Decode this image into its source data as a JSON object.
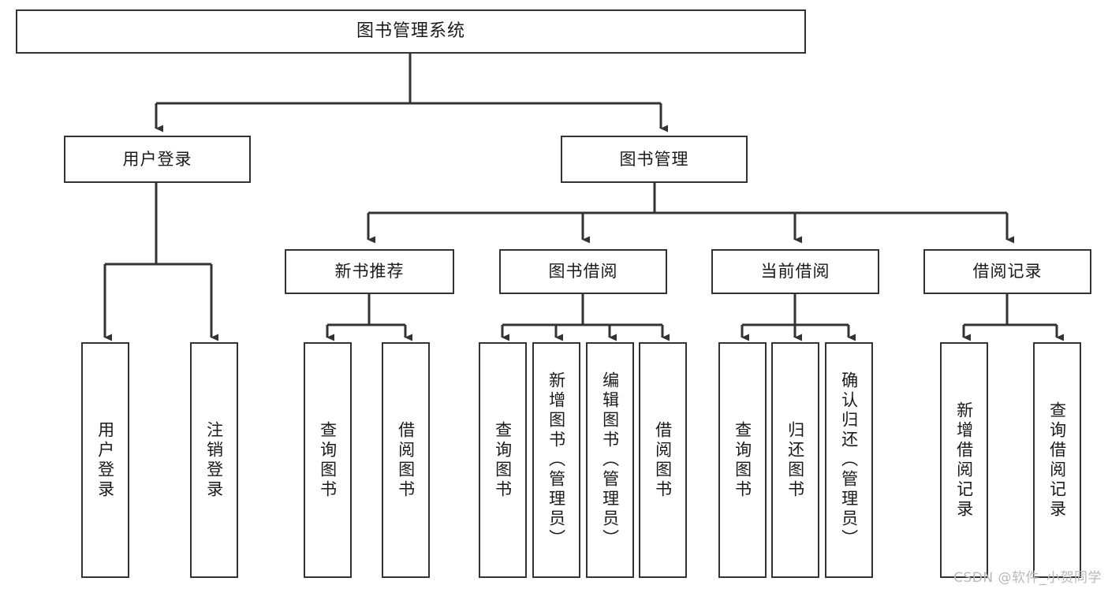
{
  "diagram": {
    "title": "图书管理系统",
    "type": "tree-hierarchy-chart",
    "root": {
      "label": "图书管理系统"
    },
    "level2": [
      {
        "label": "用户登录"
      },
      {
        "label": "图书管理"
      }
    ],
    "level3": [
      {
        "label": "新书推荐"
      },
      {
        "label": "图书借阅"
      },
      {
        "label": "当前借阅"
      },
      {
        "label": "借阅记录"
      }
    ],
    "leaves": {
      "user_login": [
        {
          "label": "用户登录"
        },
        {
          "label": "注销登录"
        }
      ],
      "new_book_recommend": [
        {
          "label": "查询图书"
        },
        {
          "label": "借阅图书"
        }
      ],
      "book_borrow": [
        {
          "label": "查询图书"
        },
        {
          "label": "新增图书（管理员）"
        },
        {
          "label": "编辑图书（管理员）"
        },
        {
          "label": "借阅图书"
        }
      ],
      "current_borrow": [
        {
          "label": "查询图书"
        },
        {
          "label": "归还图书"
        },
        {
          "label": "确认归还（管理员）"
        }
      ],
      "borrow_record": [
        {
          "label": "新增借阅记录"
        },
        {
          "label": "查询借阅记录"
        }
      ]
    }
  },
  "watermark": {
    "text": "CSDN @软件_小贺同学"
  },
  "colors": {
    "border": "#333333",
    "fill": "#ffffff",
    "text": "#1a1a1a",
    "connector": "#333333",
    "watermark": "#b9b9b9"
  }
}
